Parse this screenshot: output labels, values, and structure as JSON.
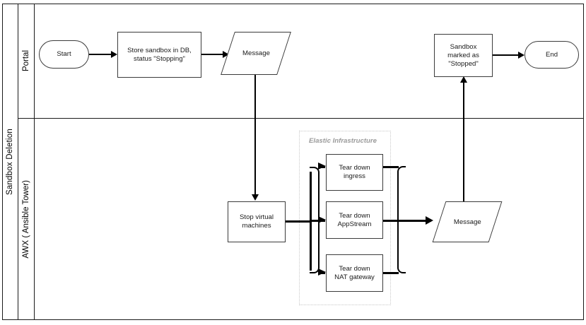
{
  "diagram": {
    "pool_label": "Sandbox Deletion",
    "lanes": [
      {
        "id": "portal",
        "label": "Portal"
      },
      {
        "id": "awx",
        "label": "AWX ( Ansible Tower)"
      }
    ],
    "group": {
      "label": "Elastic Infrastructure"
    },
    "nodes": {
      "start": {
        "label": "Start",
        "type": "terminator"
      },
      "store_sandbox": {
        "label": "Store sandbox in DB, status \"Stopping\"",
        "line1": "Store sandbox in DB,",
        "line2": "status \"Stopping\"",
        "type": "process"
      },
      "message_top": {
        "label": "Message",
        "type": "message"
      },
      "sandbox_stopped": {
        "line1": "Sandbox",
        "line2": "marked as",
        "line3": "\"Stopped\"",
        "type": "process"
      },
      "end": {
        "label": "End",
        "type": "terminator"
      },
      "stop_vms": {
        "line1": "Stop virtual",
        "line2": "machines",
        "type": "process"
      },
      "tear_ingress": {
        "line1": "Tear down",
        "line2": "ingress",
        "type": "process"
      },
      "tear_appstream": {
        "line1": "Tear down",
        "line2": "AppStream",
        "type": "process"
      },
      "tear_nat": {
        "line1": "Tear down",
        "line2": "NAT gateway",
        "type": "process"
      },
      "message_bottom": {
        "label": "Message",
        "type": "message"
      }
    },
    "colors": {
      "stroke": "#3b3b3b",
      "pool_stroke": "#1a1a1a",
      "group_stroke": "#c8c8c8",
      "group_text": "#9a9a9a",
      "background": "#ffffff"
    }
  }
}
